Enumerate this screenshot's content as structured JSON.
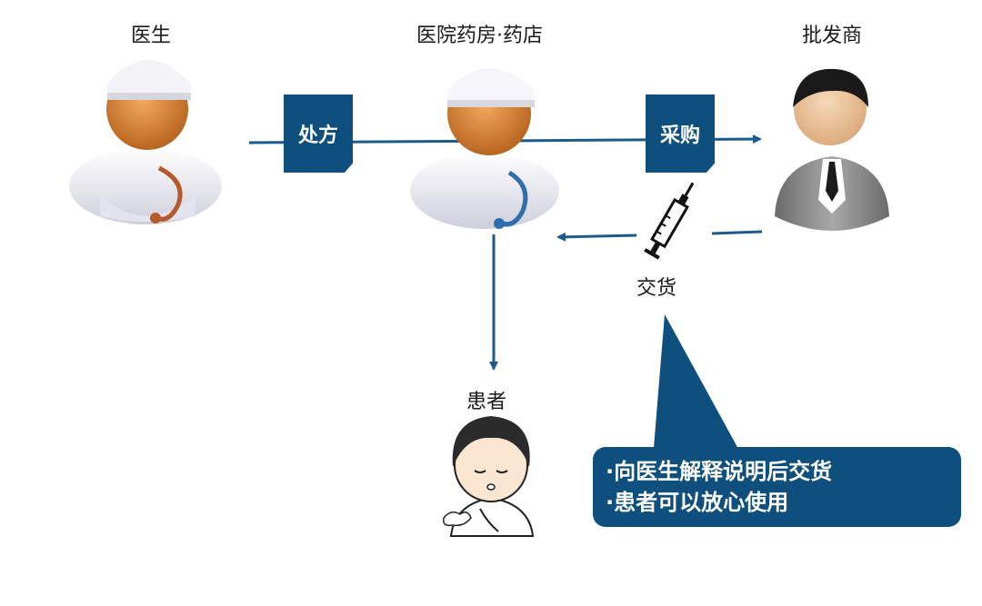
{
  "actors": {
    "doctor": "医生",
    "pharmacy": "医院药房·药店",
    "wholesaler": "批发商",
    "patient": "患者"
  },
  "flows": {
    "prescription": "处方",
    "purchase": "采购",
    "delivery": "交货"
  },
  "callout": {
    "lines": [
      "·向医生解释说明后交货",
      "·患者可以放心使用"
    ]
  },
  "colors": {
    "navy": "#0e4f7e",
    "arrow": "#1d5a8c"
  }
}
